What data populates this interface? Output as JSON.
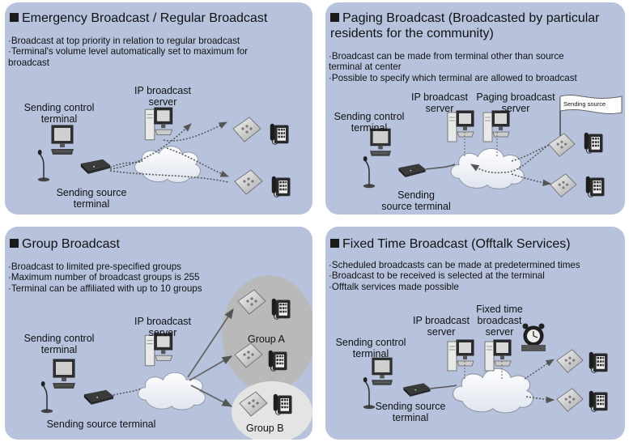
{
  "colors": {
    "panel_bg": "#b7c3dd",
    "panel_dark": "#9fafd0",
    "group_a": "#b9b9b9",
    "group_b": "#e4e4e4"
  },
  "panels": {
    "emergency": {
      "title": "Emergency Broadcast / Regular Broadcast",
      "desc": "·Broadcast at top priority in relation to regular broadcast\n·Terminal's volume level automatically set to maximum for\nbroadcast",
      "labels": {
        "sending_control": "Sending control\nterminal",
        "ip_server": "IP broadcast\nserver",
        "sending_source": "Sending source\nterminal"
      }
    },
    "paging": {
      "title": "Paging Broadcast (Broadcasted by particular\nresidents for the community)",
      "desc": "·Broadcast can be made from terminal other than source\nterminal at center\n·Possible to specify which terminal are allowed to broadcast",
      "labels": {
        "sending_control": "Sending control\nterminal",
        "ip_server": "IP broadcast\nserver",
        "paging_server": "Paging broadcast\nserver",
        "flag": "Sending source",
        "sending_source": "Sending\nsource terminal"
      }
    },
    "group": {
      "title": "Group Broadcast",
      "desc": "·Broadcast to limited pre-specified groups\n·Maximum number of broadcast groups is 255\n·Terminal can be affiliated with up to 10 groups",
      "labels": {
        "sending_control": "Sending control\nterminal",
        "ip_server": "IP broadcast\nserver",
        "group_a": "Group A",
        "group_b": "Group B",
        "sending_source": "Sending source terminal"
      }
    },
    "fixed": {
      "title": "Fixed Time Broadcast (Offtalk Services)",
      "desc": "·Scheduled broadcasts can be made at predetermined times\n·Broadcast to be received is selected at the terminal\n·Offtalk services made possible",
      "labels": {
        "sending_control": "Sending control\nterminal",
        "ip_server": "IP broadcast\nserver",
        "fixed_server": "Fixed time\nbroadcast\nserver",
        "sending_source": "Sending source\nterminal"
      }
    }
  }
}
